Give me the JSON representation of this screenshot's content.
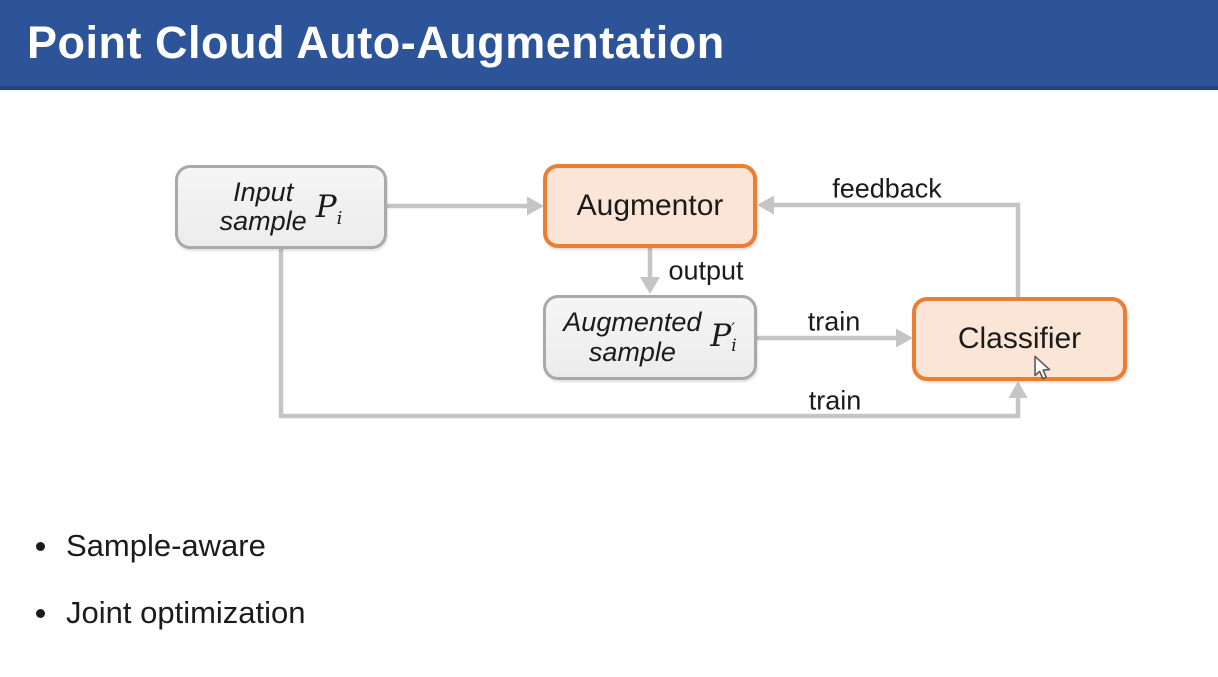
{
  "header": {
    "title": "Point Cloud Auto-Augmentation"
  },
  "diagram": {
    "nodes": {
      "input_sample": {
        "line1": "Input",
        "line2": "sample",
        "symbol_letter": "P",
        "symbol_sub": "i"
      },
      "augmentor": {
        "label": "Augmentor"
      },
      "augmented_sample": {
        "line1": "Augmented",
        "line2": "sample",
        "symbol_letter": "P",
        "symbol_prime": "′",
        "symbol_sub": "i"
      },
      "classifier": {
        "label": "Classifier"
      }
    },
    "labels": {
      "feedback": "feedback",
      "output": "output",
      "train_mid": "train",
      "train_bottom": "train"
    },
    "colors": {
      "accent_orange": "#ed7d31",
      "orange_node_fill": "#fbe5d6",
      "gray_node_fill": "#f1f1f1",
      "gray_node_border": "#a9a9a9",
      "arrow_gray": "#c5c5c5"
    }
  },
  "bullets": [
    {
      "text": "Sample-aware"
    },
    {
      "text": "Joint optimization"
    }
  ],
  "colors": {
    "header_bg": "#2d5499",
    "header_text": "#ffffff",
    "body_text": "#1b1b1b",
    "background": "#ffffff"
  }
}
